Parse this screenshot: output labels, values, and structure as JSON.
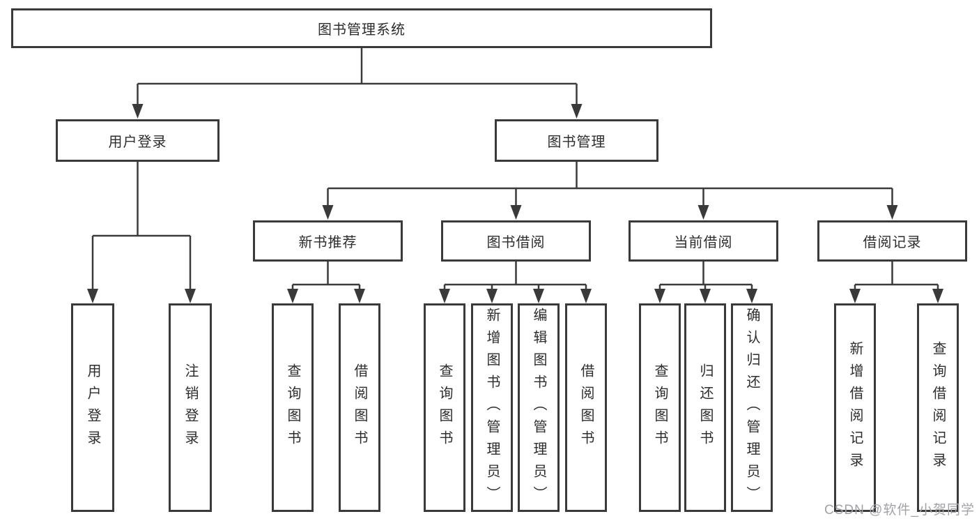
{
  "diagram": {
    "root": "图书管理系统",
    "branches": [
      {
        "label": "用户登录",
        "children": [
          "用户登录",
          "注销登录"
        ]
      },
      {
        "label": "图书管理",
        "sections": [
          {
            "label": "新书推荐",
            "children": [
              "查询图书",
              "借阅图书"
            ]
          },
          {
            "label": "图书借阅",
            "children": [
              "查询图书",
              "新增图书（管理员）",
              "编辑图书（管理员）",
              "借阅图书"
            ]
          },
          {
            "label": "当前借阅",
            "children": [
              "查询图书",
              "归还图书",
              "确认归还（管理员）"
            ]
          },
          {
            "label": "借阅记录",
            "children": [
              "新增借阅记录",
              "查询借阅记录"
            ]
          }
        ]
      }
    ]
  },
  "watermark": "CSDN @软件_小贺同学",
  "colors": {
    "line": "#3a3a3a",
    "text": "#2d2d2d",
    "watermark": "#a2a2a7",
    "background": "#ffffff"
  }
}
